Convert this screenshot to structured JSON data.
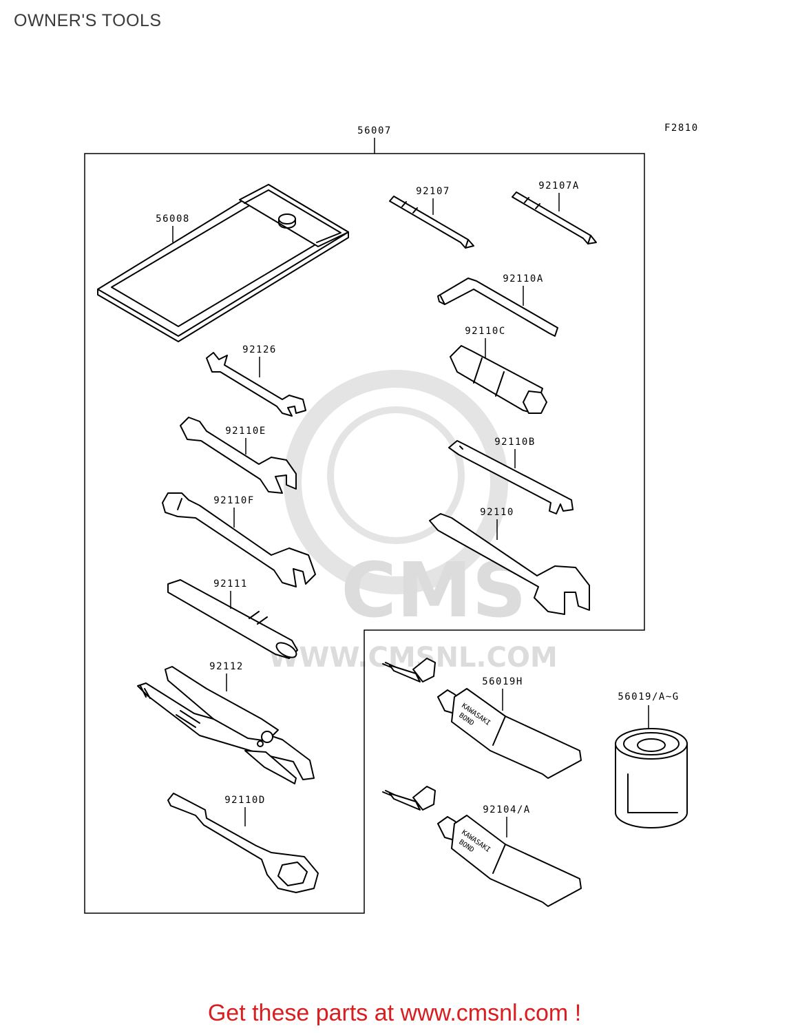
{
  "header": {
    "title": "OWNER'S TOOLS"
  },
  "figure": {
    "code": "F2810",
    "kit_label": "56007"
  },
  "parts": [
    {
      "ref": "56008",
      "part": "tool bag"
    },
    {
      "ref": "92107",
      "part": "screwdriver bit"
    },
    {
      "ref": "92107A",
      "part": "screwdriver bit"
    },
    {
      "ref": "92110A",
      "part": "hex key"
    },
    {
      "ref": "92110C",
      "part": "spark plug wrench"
    },
    {
      "ref": "92126",
      "part": "open end wrench"
    },
    {
      "ref": "92110E",
      "part": "open end wrench"
    },
    {
      "ref": "92110B",
      "part": "flat wrench"
    },
    {
      "ref": "92110F",
      "part": "open end wrench"
    },
    {
      "ref": "92110",
      "part": "open end wrench"
    },
    {
      "ref": "92111",
      "part": "handle"
    },
    {
      "ref": "92112",
      "part": "pliers"
    },
    {
      "ref": "92110D",
      "part": "ring wrench"
    },
    {
      "ref": "56019H",
      "part": "bond tube"
    },
    {
      "ref": "92104/A",
      "part": "bond tube"
    },
    {
      "ref": "56019/A~G",
      "part": "bond can"
    }
  ],
  "tube_print": {
    "line1": "KAWASAKI",
    "line2": "BOND"
  },
  "watermark": {
    "line1": "CMS",
    "line2": "WWW.CMSNL.COM"
  },
  "footer": {
    "cta": "Get these parts at www.cmsnl.com !"
  },
  "colors": {
    "cta": "#d81e1e",
    "watermark": "#dcdcdc",
    "line": "#000000"
  }
}
